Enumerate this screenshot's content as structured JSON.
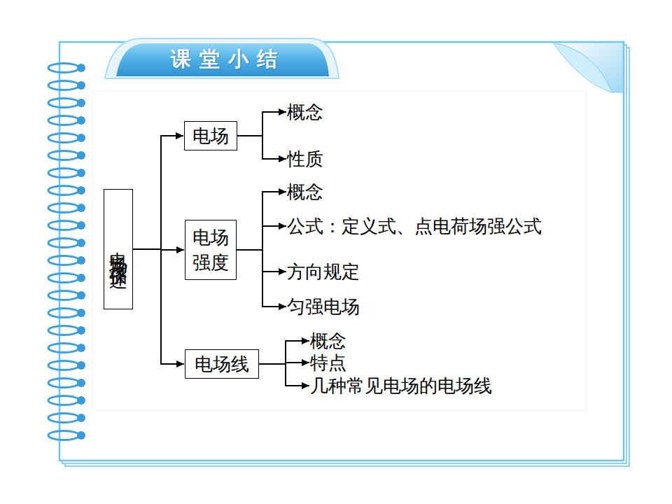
{
  "diagram": {
    "title": "课堂小结",
    "nodes": [
      {
        "text": [
          "电场及描述"
        ]
      },
      {
        "text": [
          "电场"
        ]
      },
      {
        "text": [
          "概念"
        ]
      },
      {
        "text": [
          "性质"
        ]
      },
      {
        "text": [
          "电场强度"
        ]
      },
      {
        "text": [
          "概念"
        ]
      },
      {
        "text": [
          "公式：定义式、点电荷场强公式"
        ]
      },
      {
        "text": [
          "方向规定"
        ]
      },
      {
        "text": [
          "匀强电场"
        ]
      },
      {
        "text": [
          "电场线"
        ]
      },
      {
        "text": [
          "概念"
        ]
      },
      {
        "text": [
          "特点"
        ]
      },
      {
        "text": [
          "几种常见电场的电场线"
        ]
      }
    ],
    "edges": [
      {
        "from": 0,
        "to": 1,
        "arrow": "to"
      },
      {
        "from": 0,
        "to": 4,
        "arrow": "to"
      },
      {
        "from": 0,
        "to": 9,
        "arrow": "to"
      },
      {
        "from": 1,
        "to": 2,
        "arrow": "to"
      },
      {
        "from": 1,
        "to": 3,
        "arrow": "to"
      },
      {
        "from": 4,
        "to": 5,
        "arrow": "to"
      },
      {
        "from": 4,
        "to": 6,
        "arrow": "to"
      },
      {
        "from": 4,
        "to": 7,
        "arrow": "to"
      },
      {
        "from": 4,
        "to": 8,
        "arrow": "to"
      },
      {
        "from": 9,
        "to": 10,
        "arrow": "to"
      },
      {
        "from": 9,
        "to": 11,
        "arrow": "to"
      },
      {
        "from": 9,
        "to": 12,
        "arrow": "to"
      }
    ]
  }
}
